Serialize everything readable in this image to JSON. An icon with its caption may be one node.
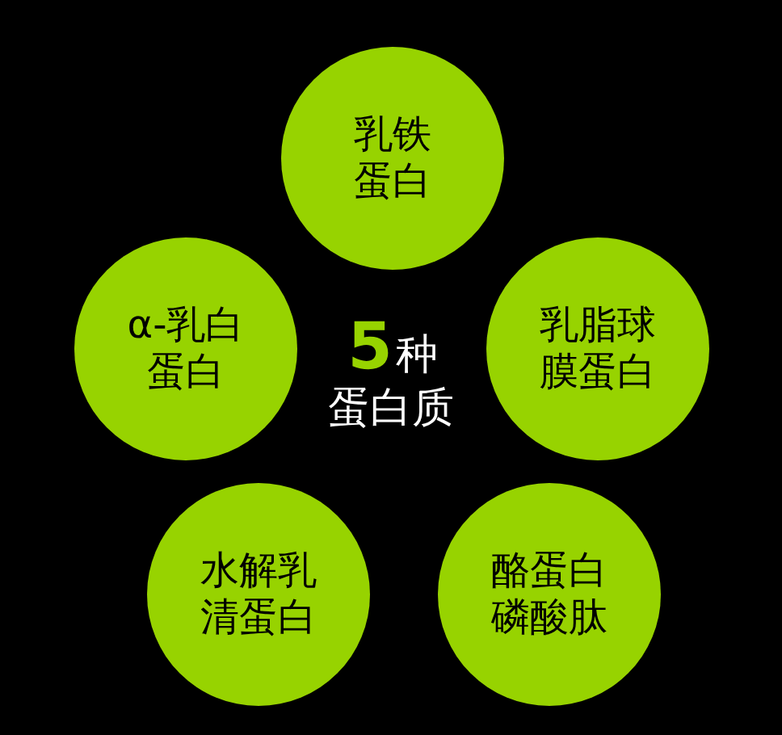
{
  "diagram": {
    "nodes": [
      {
        "text": [
          "乳铁蛋白"
        ]
      },
      {
        "text": [
          "α-乳白蛋白"
        ]
      },
      {
        "text": [
          "乳脂球膜蛋白"
        ]
      },
      {
        "text": [
          "水解乳清蛋白"
        ]
      },
      {
        "text": [
          "酪蛋白磷酸肽"
        ]
      }
    ],
    "labels": [
      "**5**种蛋白质"
    ]
  }
}
